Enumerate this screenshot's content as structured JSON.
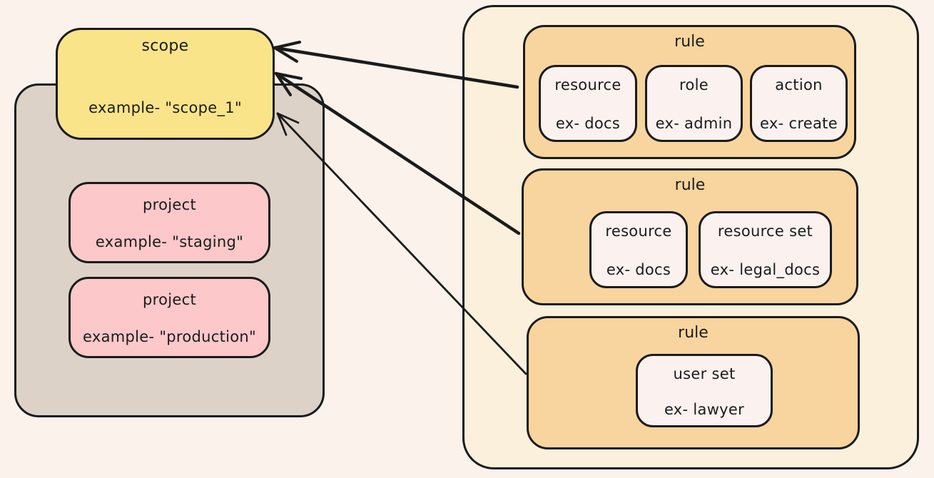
{
  "scope": {
    "title": "scope",
    "example": "example- \"scope_1\""
  },
  "projects": [
    {
      "title": "project",
      "example": "example- \"staging\""
    },
    {
      "title": "project",
      "example": "example- \"production\""
    }
  ],
  "rules": [
    {
      "title": "rule",
      "items": [
        {
          "title": "resource",
          "example": "ex- docs"
        },
        {
          "title": "role",
          "example": "ex- admin"
        },
        {
          "title": "action",
          "example": "ex- create"
        }
      ]
    },
    {
      "title": "rule",
      "items": [
        {
          "title": "resource",
          "example": "ex- docs"
        },
        {
          "title": "resource set",
          "example": "ex- legal_docs"
        }
      ]
    },
    {
      "title": "rule",
      "items": [
        {
          "title": "user set",
          "example": "ex- lawyer"
        }
      ]
    }
  ],
  "arrows": [
    {
      "from": "rule-1",
      "to": "scope"
    },
    {
      "from": "rule-2",
      "to": "scope"
    },
    {
      "from": "rule-3",
      "to": "scope"
    }
  ],
  "colors": {
    "background": "#faf2eb",
    "stroke": "#1b1b1b",
    "scope_fill": "#f9e48a",
    "scope_group_fill": "#dcd2c8",
    "project_fill": "#fcc8c9",
    "rules_container_fill": "#fbf0db",
    "rule_fill": "#f8d59e",
    "item_fill": "#fbf2ef"
  }
}
